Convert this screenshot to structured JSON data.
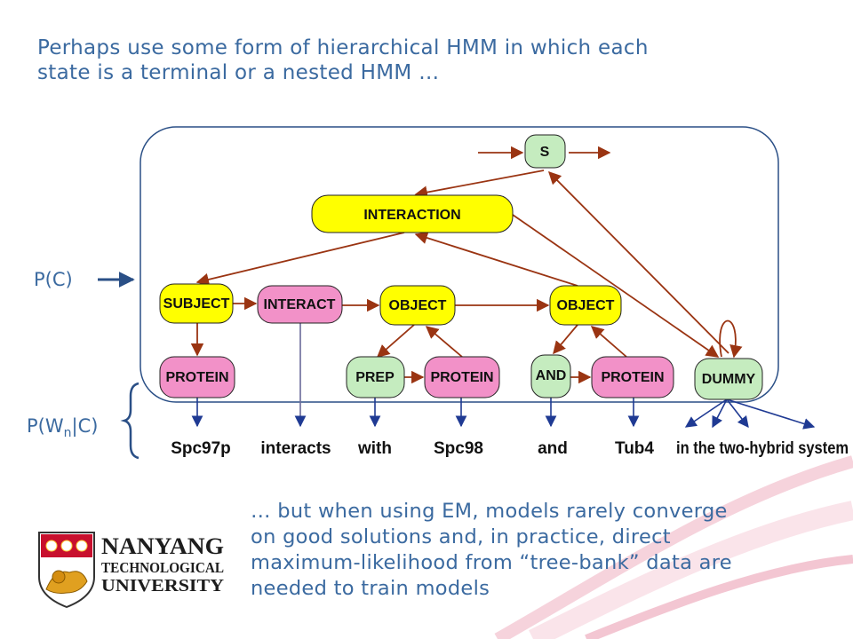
{
  "slide": {
    "title_line1": "Perhaps use some form of hierarchical HMM in which each",
    "title_line2": "state is a terminal or a nested HMM …",
    "label_pc": "P(C)",
    "label_pwn_pre": "P(W",
    "label_pwn_sub": "n",
    "label_pwn_post": "|C)",
    "bottom_line1": "… but when using EM, models rarely converge",
    "bottom_line2": "on good solutions and, in practice, direct",
    "bottom_line3": "maximum-likelihood from “tree-bank” data are",
    "bottom_line4": "needed to train models"
  },
  "nodes": {
    "s": "S",
    "interaction": "INTERACTION",
    "subject": "SUBJECT",
    "interact": "INTERACT",
    "object1": "OBJECT",
    "object2": "OBJECT",
    "protein1": "PROTEIN",
    "prep": "PREP",
    "protein2": "PROTEIN",
    "and": "AND",
    "protein3": "PROTEIN",
    "dummy": "DUMMY"
  },
  "words": [
    "Spc97p",
    "interacts",
    "with",
    "Spc98",
    "and",
    "Tub4",
    "in the two-hybrid system"
  ],
  "logo": {
    "line1": "NANYANG",
    "line2": "TECHNOLOGICAL",
    "line3": "UNIVERSITY"
  },
  "colors": {
    "text": "#3b6aa0",
    "yellow": "#ffff00",
    "pink": "#f291c8",
    "green": "#c5ecbf",
    "edge": "#9a3412",
    "word_arrow": "#1f3a93",
    "frame": "#2a4f86",
    "ntu_red": "#c8102e"
  }
}
